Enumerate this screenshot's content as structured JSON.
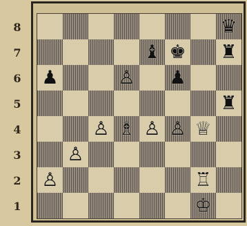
{
  "rank_labels": [
    "8",
    "7",
    "6",
    "5",
    "4",
    "3",
    "2",
    "1"
  ],
  "board": {
    "rows": [
      [
        "",
        "",
        "",
        "",
        "",
        "",
        "",
        "♛"
      ],
      [
        "",
        "",
        "",
        "",
        "♝",
        "♚",
        "",
        "♜"
      ],
      [
        "♟",
        "",
        "",
        "♙",
        "",
        "♟",
        "",
        ""
      ],
      [
        "",
        "",
        "",
        "",
        "",
        "",
        "",
        "♜"
      ],
      [
        "",
        "",
        "♙",
        "♗",
        "♙",
        "♙",
        "♕",
        ""
      ],
      [
        "",
        "♙",
        "",
        "",
        "",
        "",
        "",
        ""
      ],
      [
        "♙",
        "",
        "",
        "",
        "",
        "",
        "♖",
        ""
      ],
      [
        "",
        "",
        "",
        "",
        "",
        "",
        "♔",
        ""
      ]
    ]
  }
}
